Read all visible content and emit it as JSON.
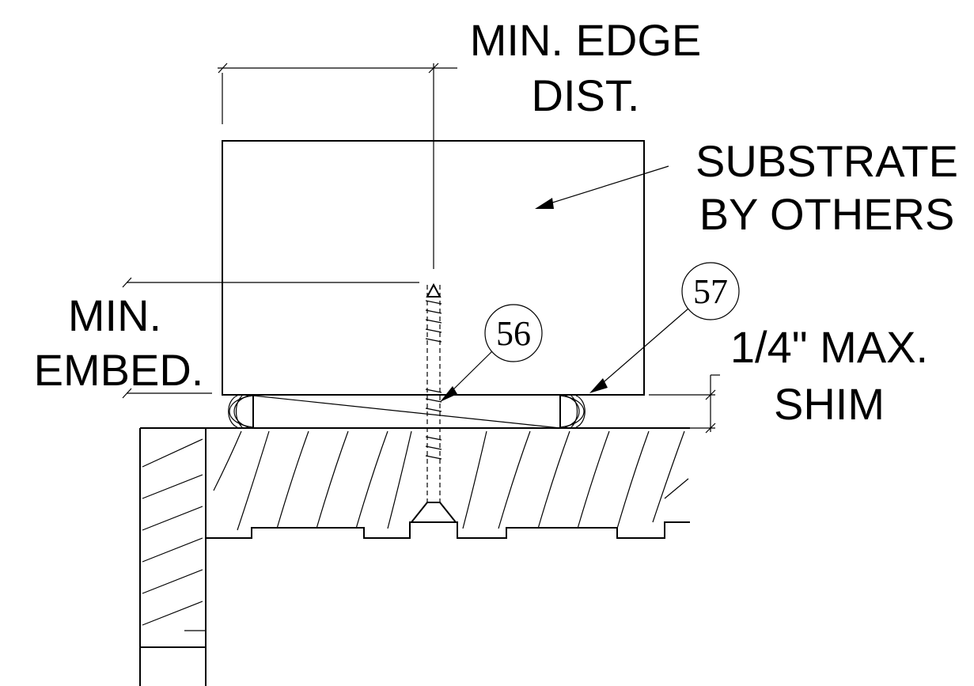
{
  "labels": {
    "edge_line1": "MIN. EDGE",
    "edge_line2": "DIST.",
    "substrate_line1": "SUBSTRATE",
    "substrate_line2": "BY OTHERS",
    "embed_line1": "MIN.",
    "embed_line2": "EMBED.",
    "shim_line1": "1/4\" MAX.",
    "shim_line2": "SHIM"
  },
  "tags": {
    "fastener": "56",
    "sealant": "57"
  }
}
